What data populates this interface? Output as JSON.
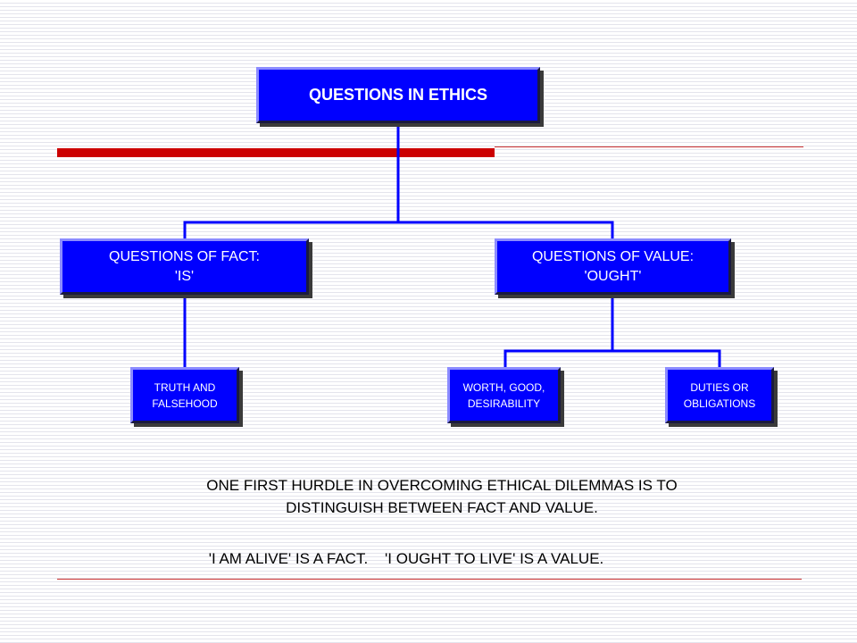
{
  "diagram": {
    "root": {
      "label": "QUESTIONS IN ETHICS"
    },
    "fact": {
      "label": "QUESTIONS OF FACT:\n'IS'"
    },
    "value": {
      "label": "QUESTIONS OF VALUE:\n'OUGHT'"
    },
    "truth": {
      "label": "TRUTH AND\nFALSEHOOD"
    },
    "worth": {
      "label": "WORTH, GOOD,\nDESIRABILITY"
    },
    "duties": {
      "label": "DUTIES OR\nOBLIGATIONS"
    }
  },
  "caption": {
    "line1": "ONE FIRST HURDLE IN OVERCOMING ETHICAL DILEMMAS IS TO",
    "line2": "DISTINGUISH BETWEEN FACT AND VALUE.",
    "line3": "'I AM ALIVE' IS A FACT.    'I OUGHT TO LIVE' IS A VALUE."
  },
  "colors": {
    "box_fill": "#0000ff",
    "connector": "#0000ff",
    "accent_red": "#cc0000"
  }
}
